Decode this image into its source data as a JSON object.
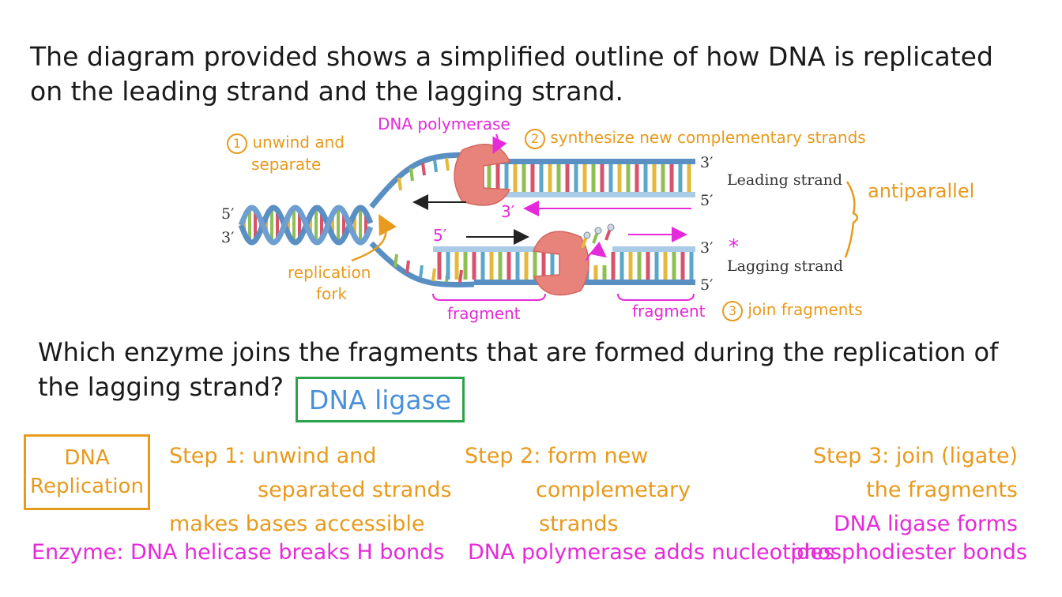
{
  "intro": {
    "line1": "The diagram provided shows a simplified outline of how DNA is replicated",
    "line2": "on the leading strand and the lagging strand."
  },
  "diagram": {
    "ends": {
      "left_top": "5′",
      "left_bottom": "3′",
      "lead_top": "3′",
      "lead_bottom": "5′",
      "lag_top": "3′",
      "lag_bottom": "5′"
    },
    "leading_label": "Leading strand",
    "lagging_label": "Lagging strand",
    "annotations": {
      "step1_num": "1",
      "step1_line1": "unwind and",
      "step1_line2": "separate",
      "polymerase": "DNA polymerase",
      "step2_num": "2",
      "step2": "synthesize new complementary strands",
      "antiparallel": "antiparallel",
      "fork_line1": "replication",
      "fork_line2": "fork",
      "lead_3prime": "3′",
      "lag_5prime": "5′",
      "fragment1": "fragment",
      "fragment2": "fragment",
      "step3_num": "3",
      "step3": "join fragments",
      "asterisk": "*"
    },
    "colors": {
      "strand": "#5a8fc4",
      "backbone_light": "#a9cbe6",
      "enzyme": "#e8837c",
      "orange": "#e89a1c",
      "magenta": "#e52ad9",
      "bases": [
        "#e4b83a",
        "#8fbf52",
        "#d8536a",
        "#5aa7c9"
      ]
    }
  },
  "question": "Which enzyme joins the fragments that are formed during the replication of the lagging strand?",
  "answer": "DNA ligase",
  "summary": {
    "title_line1": "DNA",
    "title_line2": "Replication",
    "step1": {
      "heading": "Step 1:",
      "line1": "unwind and",
      "line2": "separated strands",
      "line3": "makes bases accessible"
    },
    "step2": {
      "heading": "Step 2:",
      "line1": "form new",
      "line2": "complemetary",
      "line3": "strands"
    },
    "step3": {
      "heading": "Step 3:",
      "line1": "join (ligate)",
      "line2": "the fragments",
      "line3": "DNA ligase forms",
      "line4": "phosphodiester bonds"
    },
    "enzyme_label": "Enzyme:",
    "enzyme1": "DNA helicase breaks H bonds",
    "enzyme2": "DNA polymerase adds nucleotides"
  }
}
